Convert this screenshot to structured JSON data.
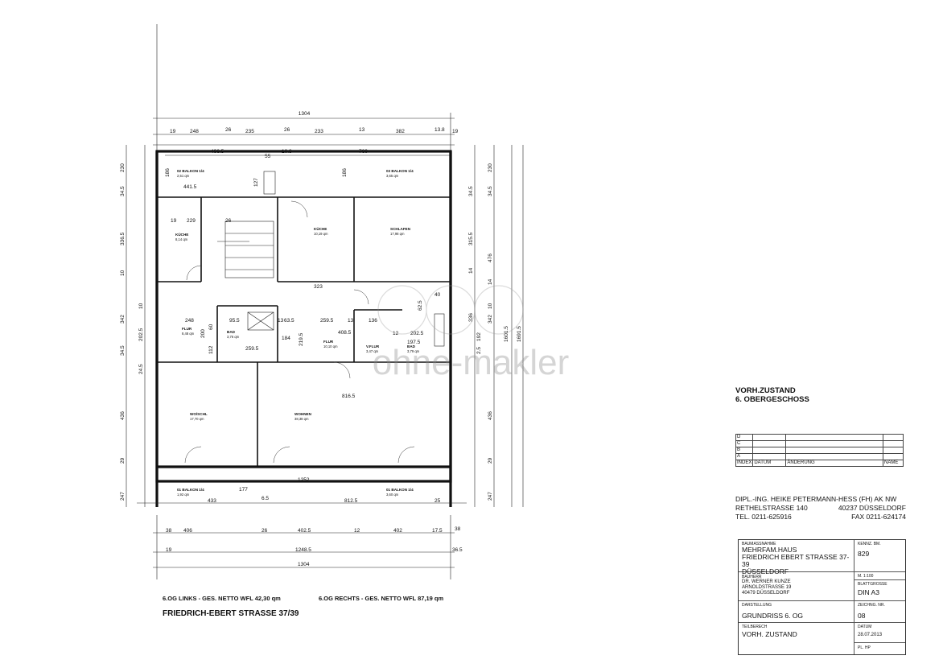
{
  "plan": {
    "overall_top": "1304",
    "top_segments": [
      "19",
      "248",
      "26",
      "235",
      "26",
      "233",
      "13",
      "382",
      "13.8",
      "19"
    ],
    "top_inner": [
      "496.5",
      "55",
      "10.3",
      "760"
    ],
    "bottom_segments": [
      "38",
      "406",
      "26",
      "402.5",
      "12",
      "402",
      "17.5",
      "38"
    ],
    "bottom_mid_left": "19",
    "bottom_mid": "1248.5",
    "bottom_mid_right": "36.5",
    "overall_bottom": "1304",
    "left_dims": [
      "230",
      "34.5",
      "336.5",
      "10",
      "342",
      "10",
      "202.5",
      "34.5",
      "24.5",
      "436",
      "29",
      "247"
    ],
    "right_dims_a": [
      "230",
      "34.5",
      "476",
      "14",
      "342",
      "10",
      "192",
      "2.5",
      "436",
      "29",
      "247"
    ],
    "right_dims_b": [
      "34.5",
      "315.5",
      "14",
      "336",
      "1601.5"
    ],
    "right_total": "1691.5",
    "inner_dims": {
      "d441": "441.5",
      "d19": "19",
      "d229": "229",
      "d26": "26",
      "d186a": "186",
      "d127": "127",
      "d186b": "186",
      "d323": "323",
      "d248": "248",
      "d95": "95.5",
      "d13": "13",
      "d63": "63.5",
      "d259a": "259.5",
      "d13b": "13",
      "d136": "136",
      "d408": "408.5",
      "d219": "219.5",
      "d259b": "259.5",
      "d112": "112",
      "d60": "60",
      "d200": "200",
      "d184": "184",
      "d12": "12",
      "d197": "197.5",
      "d202": "202.5",
      "d816": "816.5",
      "d1252": "1252",
      "d177": "177",
      "d433": "433",
      "d65": "6.5",
      "d812": "812.5",
      "d25": "25",
      "d40": "40",
      "d62": "62.5"
    },
    "rooms": {
      "balkon_tl": [
        "02 BALKON 1/4",
        "2,51 qm"
      ],
      "balkon_tr": [
        "03 BALKON 1/4",
        "3,65 qm"
      ],
      "kueche_l": [
        "KÜCHE",
        "8,14 qm"
      ],
      "kueche_m": [
        "KÜCHE",
        "10,19 qm"
      ],
      "schlafen": [
        "SCHLAFEN",
        "17,98 qm"
      ],
      "flur_l": [
        "FLUR",
        "8,48 qm"
      ],
      "bad_l": [
        "BAD",
        "3,76 qm"
      ],
      "flur_m": [
        "FLUR",
        "10,10 qm"
      ],
      "vflur": [
        "V.FLUR",
        "3,47 qm"
      ],
      "bad_r": [
        "BAD",
        "3,79 qm"
      ],
      "woschl": [
        "WO/SCHL",
        "17,70 qm"
      ],
      "wohnen": [
        "WOHNEN",
        "38,38 qm"
      ],
      "balkon_bl": [
        "01 BALKON 1/4",
        "1,92 qm"
      ],
      "balkon_br": [
        "01 BALKON 1/4",
        "3,60 qm"
      ]
    },
    "summary_left": "6.OG LINKS - GES. NETTO WFL 42,30 qm",
    "summary_right": "6.OG RECHTS - GES. NETTO WFL 87,19 qm",
    "street": "FRIEDRICH-EBERT STRASSE 37/39",
    "watermark": "ohne-makler"
  },
  "title_block": {
    "title1": "VORH.ZUSTAND",
    "title2": "6. OBERGESCHOSS",
    "revisions": {
      "rows": [
        "D",
        "C",
        "B",
        "A"
      ],
      "headers": [
        "INDEX",
        "DATUM",
        "ÄNDERUNG",
        "NAME"
      ]
    },
    "architect": {
      "line1": "DIPL.-ING. HEIKE PETERMANN-HESS  (FH) AK NW",
      "street": "RETHELSTRASSE 140",
      "city": "40237 DÜSSELDORF",
      "tel": "TEL. 0211-625916",
      "fax": "FAX 0211-624174"
    },
    "fields": {
      "baumassnahme_label": "BAUMASSNAHME",
      "baumassnahme": [
        "MEHRFAM.HAUS",
        "FRIEDRICH EBERT STRASSE 37-39",
        "DÜSSELDORF"
      ],
      "kennz_label": "KENNZ. BM.",
      "kennz": "829",
      "bauherr_label": "BAUHERR",
      "bauherr": [
        "DR. WERNER KUNZE",
        "ARNOLDSTRASSE 19",
        "40479 DÜSSELDORF"
      ],
      "massstab": "M. 1:100",
      "blattgroesse_label": "BLATTGROSSE",
      "blattgroesse": "DIN A3",
      "darstellung_label": "DARSTELLUNG",
      "darstellung": "GRUNDRISS  6. OG",
      "zeichnr_label": "ZEICHNG. NR.",
      "zeichnr": "08",
      "teilbereich_label": "TEILBERECH",
      "teilbereich": "VORH. ZUSTAND",
      "datum_label": "DATUM",
      "datum": "28.07.2013",
      "pl": "PL. HP"
    }
  }
}
